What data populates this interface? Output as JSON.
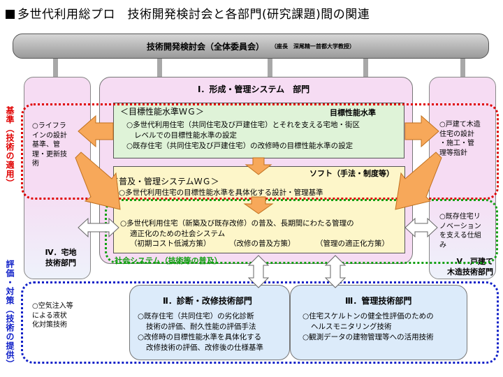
{
  "title": "多世代利用総プロ　技術開発検討会と各部門(研究課題)間の関連",
  "committee": {
    "label": "技術開発検討会（全体委員会）",
    "chair": "（座長　深尾精一首都大学教授）"
  },
  "dept1": {
    "title": "Ⅰ．形成・管理システム　部門",
    "wg1": {
      "name": "＜目標性能水準ＷＧ＞",
      "tag": "目標性能水準",
      "line1": "○多世代利用住宅（共同住宅及び戸建住宅）とそれを支える宅地・街区",
      "line2": "レベルでの目標性能水準の設定",
      "line3": "○既存住宅（共同住宅及び戸建住宅）の改修時の目標性能水準の設定"
    },
    "soft_tag": "ソフト（手法・制度等）",
    "wg2": {
      "name": "＜普及・管理システムＷＧ＞",
      "line1": "○多世代利用住宅の目標性能水準を具体化する設計・管理基準"
    },
    "social": {
      "line1": "○多世代利用住宅（新築及び既存改修）の普及、長期間にわたる管理の",
      "line2": "適正化のための社会システム",
      "line3a": "（初期コスト低減方策）",
      "line3b": "（改修の普及方策）",
      "line3c": "（管理の適正化方策）",
      "label": "社会システム（技術等の普及）"
    }
  },
  "dept4": {
    "title_line1": "Ⅳ．宅地",
    "title_line2": "技術部門",
    "top_lines": [
      "○ライフラ",
      "インの設計",
      "基準、管",
      "理・更新技",
      "術"
    ],
    "bottom_lines": [
      "○空気注入等",
      "による液状",
      "化対策技術"
    ]
  },
  "dept5": {
    "title_line1": "Ⅴ．戸建て",
    "title_line2": "木造技術部門",
    "top_lines": [
      "○戸建て木造",
      "住宅の設計",
      "・施工・管",
      "理等指針"
    ],
    "mid_lines": [
      "○既存住宅リ",
      "ノベーション",
      "を支える仕組",
      "み"
    ]
  },
  "dept2": {
    "title": "Ⅱ．診断・改修技術部門",
    "lines": [
      "○既存住宅（共同住宅）の劣化診断",
      "技術の評価、耐久性能の評価手法",
      "○改修時の目標性能水準を具体化する",
      "改修技術の評価、改修後の仕様基準"
    ]
  },
  "dept3": {
    "title": "Ⅲ．管理技術部門",
    "lines": [
      "○住宅スケルトンの健全性評価のための",
      "ヘルスモニタリング技術",
      "○観測データの建物管理等への活用技術"
    ]
  },
  "side_labels": {
    "red": "基準（技術の適用）",
    "blue": "評価・対策（技術の提供）"
  },
  "colors": {
    "red": "#e00000",
    "green": "#12a012",
    "blue": "#1020c8",
    "arrow_orange": "#f7a85a"
  }
}
